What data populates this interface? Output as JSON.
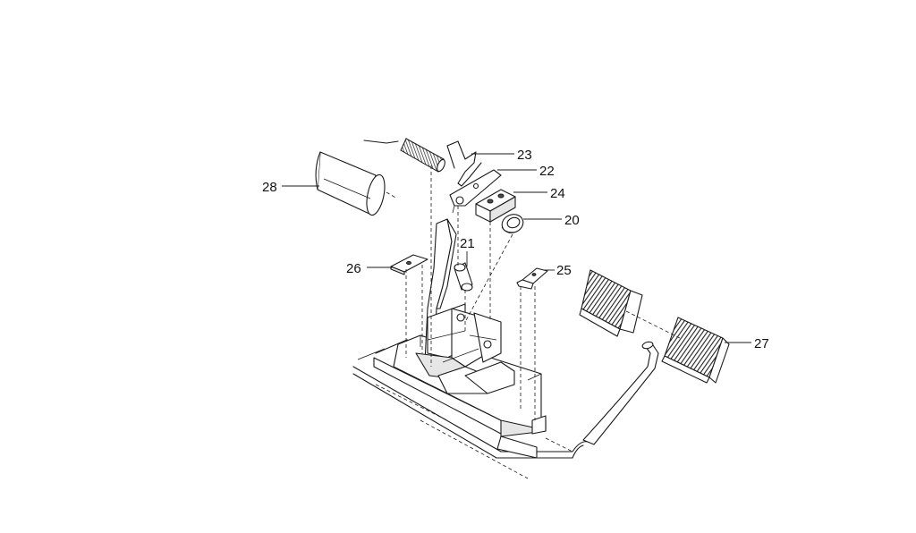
{
  "diagram": {
    "type": "exploded-parts-view",
    "callouts": [
      {
        "id": "c20",
        "number": "20"
      },
      {
        "id": "c21",
        "number": "21"
      },
      {
        "id": "c22",
        "number": "22"
      },
      {
        "id": "c23",
        "number": "23"
      },
      {
        "id": "c24",
        "number": "24"
      },
      {
        "id": "c25",
        "number": "25"
      },
      {
        "id": "c26",
        "number": "26"
      },
      {
        "id": "c27",
        "number": "27"
      },
      {
        "id": "c28",
        "number": "28"
      }
    ]
  }
}
